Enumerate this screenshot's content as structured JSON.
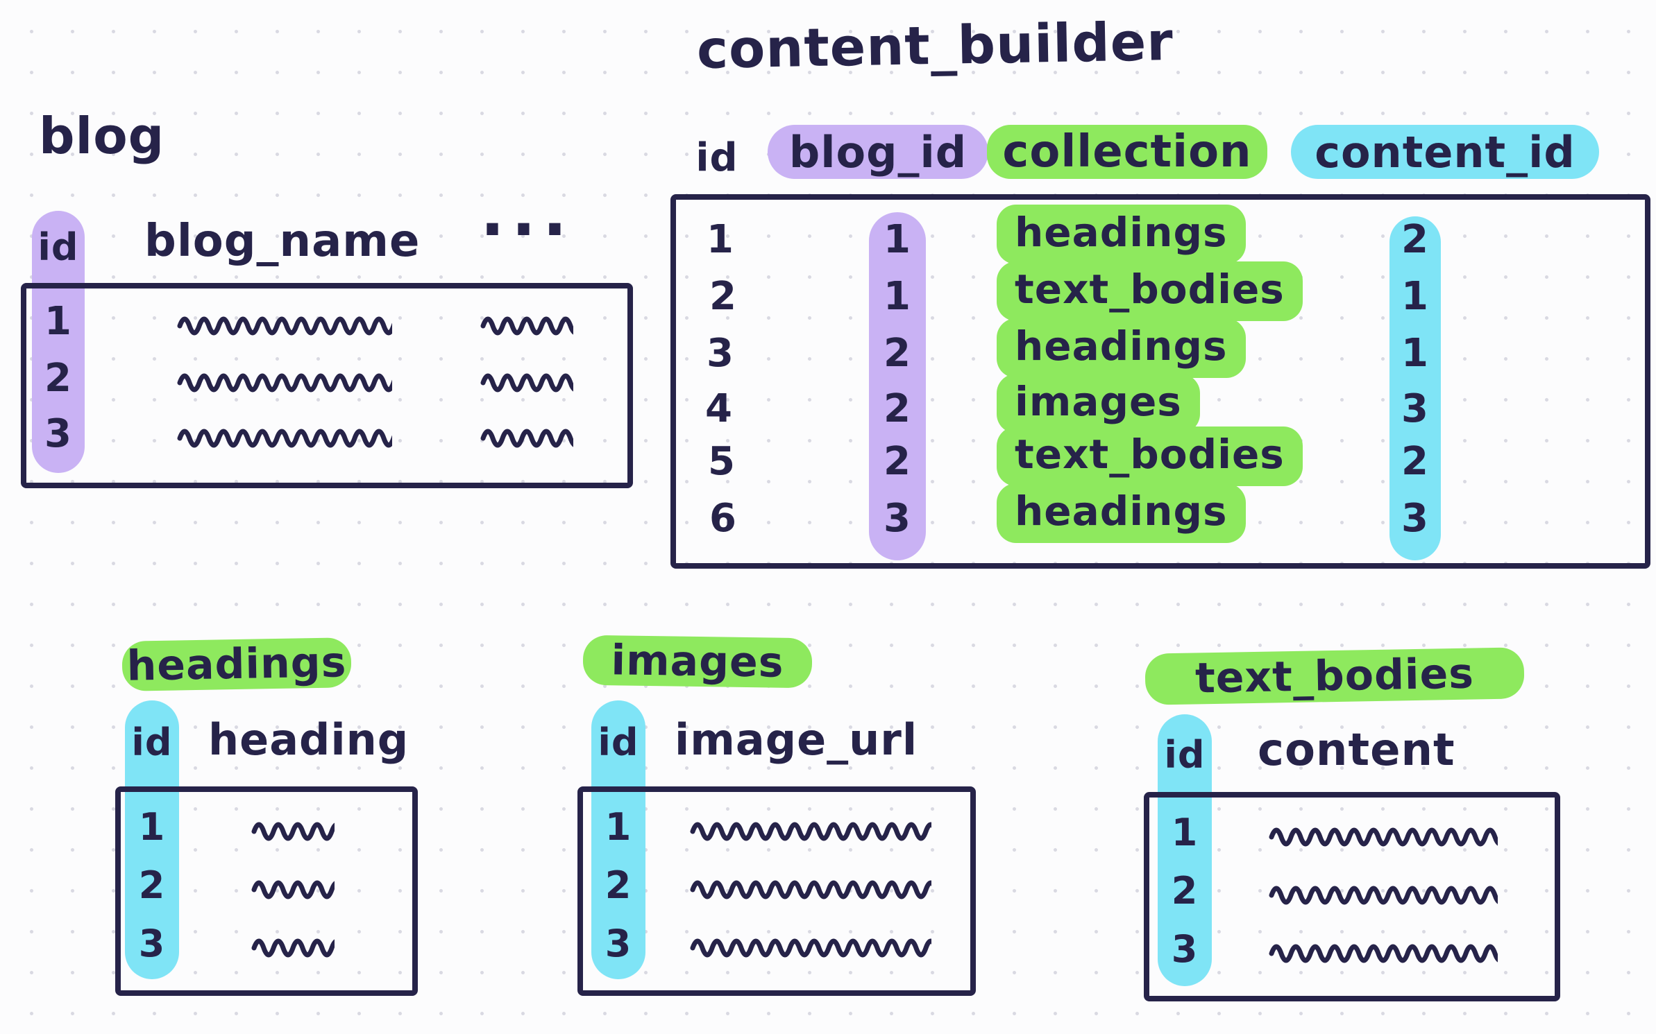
{
  "colors": {
    "ink": "#262349",
    "purple": "#c9b2f4",
    "green": "#8ee95e",
    "cyan": "#7fe4f6",
    "background": "#fcfcfd",
    "grid_dot": "#d9d9e2"
  },
  "blog": {
    "title": "blog",
    "columns": [
      "id",
      "blog_name",
      "..."
    ],
    "rows": [
      "1",
      "2",
      "3"
    ]
  },
  "content_builder": {
    "title": "content_builder",
    "columns": [
      "id",
      "blog_id",
      "collection",
      "content_id"
    ],
    "rows": [
      {
        "id": "1",
        "blog_id": "1",
        "collection": "headings",
        "content_id": "2"
      },
      {
        "id": "2",
        "blog_id": "1",
        "collection": "text_bodies",
        "content_id": "1"
      },
      {
        "id": "3",
        "blog_id": "2",
        "collection": "headings",
        "content_id": "1"
      },
      {
        "id": "4",
        "blog_id": "2",
        "collection": "images",
        "content_id": "3"
      },
      {
        "id": "5",
        "blog_id": "2",
        "collection": "text_bodies",
        "content_id": "2"
      },
      {
        "id": "6",
        "blog_id": "3",
        "collection": "headings",
        "content_id": "3"
      }
    ]
  },
  "headings": {
    "title": "headings",
    "columns": [
      "id",
      "heading"
    ],
    "rows": [
      "1",
      "2",
      "3"
    ]
  },
  "images": {
    "title": "images",
    "columns": [
      "id",
      "image_url"
    ],
    "rows": [
      "1",
      "2",
      "3"
    ]
  },
  "text_bodies": {
    "title": "text_bodies",
    "columns": [
      "id",
      "content"
    ],
    "rows": [
      "1",
      "2",
      "3"
    ]
  }
}
